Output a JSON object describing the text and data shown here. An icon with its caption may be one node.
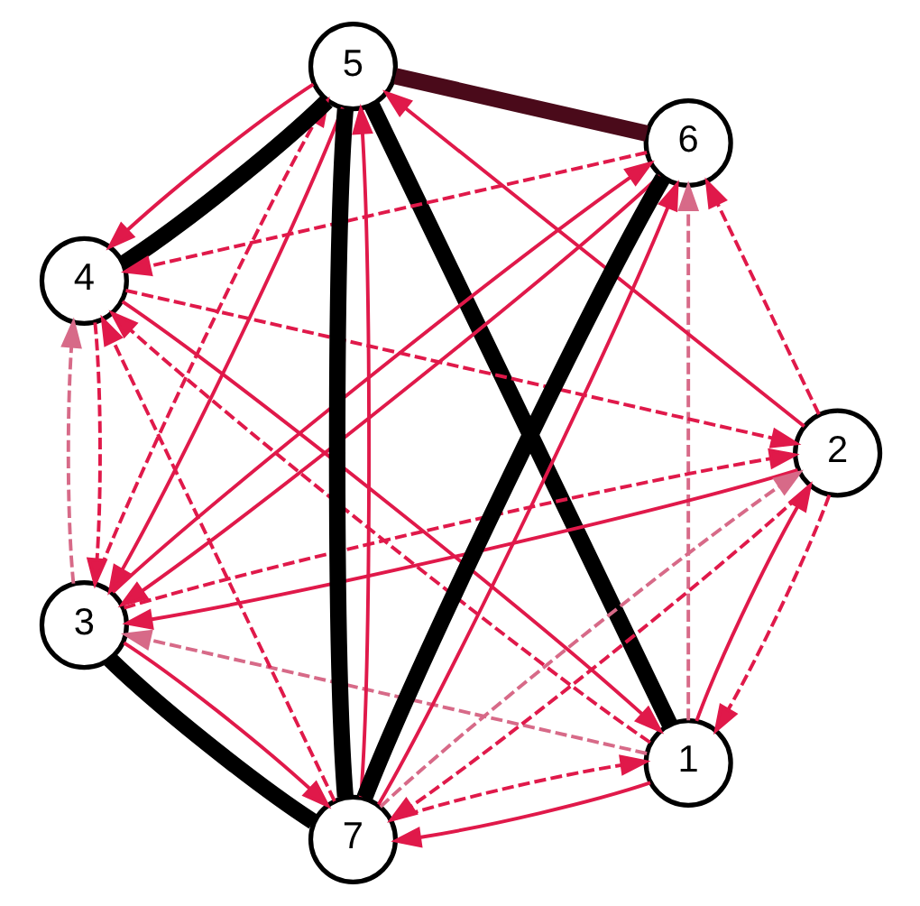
{
  "diagram": {
    "nodes": [
      {
        "text": [
          "1"
        ]
      },
      {
        "text": [
          "2"
        ]
      },
      {
        "text": [
          "3"
        ]
      },
      {
        "text": [
          "4"
        ]
      },
      {
        "text": [
          "5"
        ]
      },
      {
        "text": [
          "6"
        ]
      },
      {
        "text": [
          "7"
        ]
      }
    ],
    "edges": [
      {
        "from": 0,
        "to": 1,
        "arrow": "to"
      },
      {
        "from": 1,
        "to": 0,
        "arrow": "to",
        "style": "dashed"
      },
      {
        "from": 0,
        "to": 6,
        "arrow": "to"
      },
      {
        "from": 6,
        "to": 0,
        "arrow": "to",
        "style": "dashed"
      },
      {
        "from": 0,
        "to": 4,
        "arrow": "none",
        "style": "thick",
        "color": "#000000"
      },
      {
        "from": 3,
        "to": 0,
        "arrow": "to"
      },
      {
        "from": 0,
        "to": 3,
        "arrow": "to",
        "style": "dashed"
      },
      {
        "from": 0,
        "to": 2,
        "arrow": "to",
        "style": "dashed",
        "color": "#d76a88"
      },
      {
        "from": 0,
        "to": 5,
        "arrow": "to",
        "style": "dashed",
        "color": "#d76a88"
      },
      {
        "from": 1,
        "to": 6,
        "arrow": "to",
        "style": "dashed"
      },
      {
        "from": 6,
        "to": 1,
        "arrow": "to",
        "style": "dashed",
        "color": "#d76a88"
      },
      {
        "from": 1,
        "to": 2,
        "arrow": "to"
      },
      {
        "from": 2,
        "to": 1,
        "arrow": "to",
        "style": "dashed"
      },
      {
        "from": 1,
        "to": 5,
        "arrow": "to",
        "style": "dashed"
      },
      {
        "from": 1,
        "to": 4,
        "arrow": "to"
      },
      {
        "from": 3,
        "to": 1,
        "arrow": "to",
        "style": "dashed"
      },
      {
        "from": 6,
        "to": 2,
        "arrow": "none",
        "style": "thick",
        "color": "#000000"
      },
      {
        "from": 2,
        "to": 6,
        "arrow": "to"
      },
      {
        "from": 5,
        "to": 2,
        "arrow": "to"
      },
      {
        "from": 2,
        "to": 5,
        "arrow": "to"
      },
      {
        "from": 4,
        "to": 2,
        "arrow": "to"
      },
      {
        "from": 2,
        "to": 4,
        "arrow": "to",
        "style": "dashed"
      },
      {
        "from": 2,
        "to": 3,
        "arrow": "to",
        "style": "dashed",
        "color": "#d76a88"
      },
      {
        "from": 3,
        "to": 2,
        "arrow": "to",
        "style": "dashed"
      },
      {
        "from": 4,
        "to": 3,
        "arrow": "none",
        "style": "thick",
        "color": "#000000"
      },
      {
        "from": 4,
        "to": 3,
        "arrow": "to"
      },
      {
        "from": 6,
        "to": 3,
        "arrow": "to",
        "style": "dashed"
      },
      {
        "from": 5,
        "to": 3,
        "arrow": "to",
        "style": "dashed"
      },
      {
        "from": 5,
        "to": 4,
        "arrow": "none",
        "style": "thick",
        "color": "#4a0a1a"
      },
      {
        "from": 6,
        "to": 4,
        "arrow": "none",
        "style": "thick",
        "color": "#000000"
      },
      {
        "from": 6,
        "to": 4,
        "arrow": "to"
      },
      {
        "from": 6,
        "to": 5,
        "arrow": "none",
        "style": "thick",
        "color": "#000000"
      },
      {
        "from": 6,
        "to": 5,
        "arrow": "to"
      }
    ]
  }
}
